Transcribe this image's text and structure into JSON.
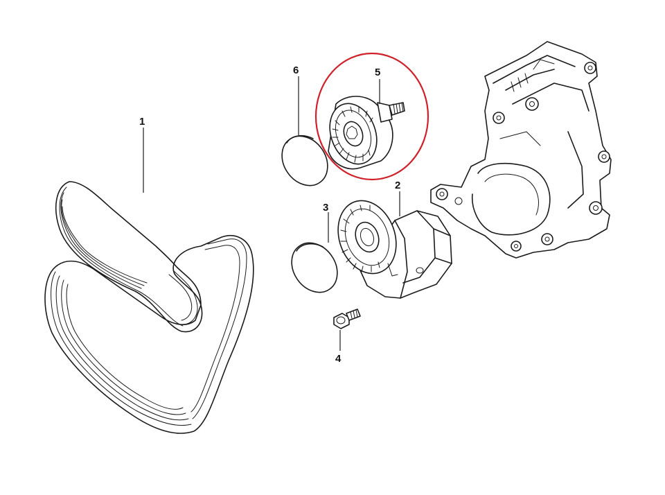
{
  "parts": [
    {
      "id": "1",
      "label": "1",
      "name": "ribbed-v-belt"
    },
    {
      "id": "2",
      "label": "2",
      "name": "belt-tensioner-assembly"
    },
    {
      "id": "3",
      "label": "3",
      "name": "tensioner-pulley-cap"
    },
    {
      "id": "4",
      "label": "4",
      "name": "flange-bolt"
    },
    {
      "id": "5",
      "label": "5",
      "name": "idler-pulley-with-bolt"
    },
    {
      "id": "6",
      "label": "6",
      "name": "idler-pulley-cap"
    }
  ],
  "highlight": {
    "part": "5",
    "color": "#d0202a"
  },
  "line_color": "#1a1a1a"
}
